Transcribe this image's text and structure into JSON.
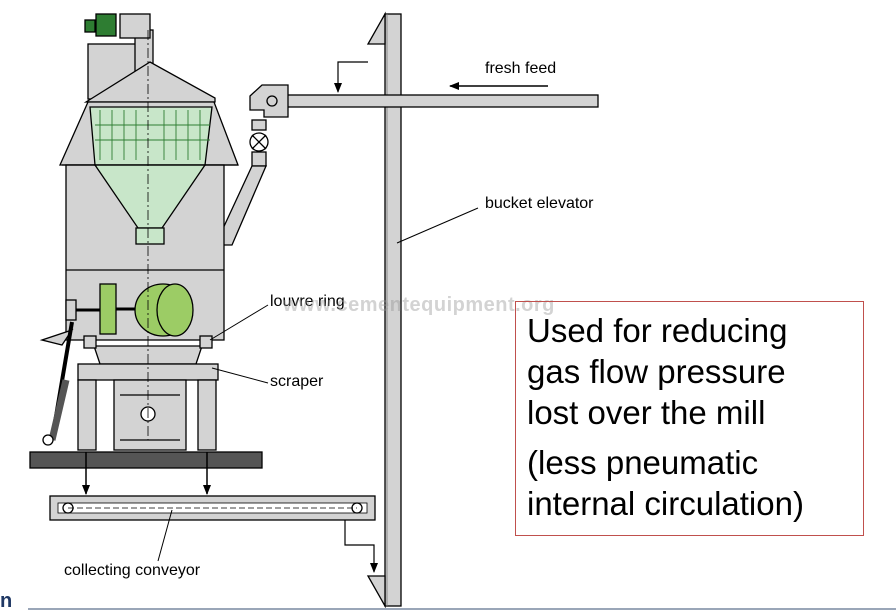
{
  "labels": {
    "fresh_feed": "fresh feed",
    "bucket_elevator": "bucket elevator",
    "louvre_ring": "louvre ring",
    "scraper": "scraper",
    "collecting_conveyor": "collecting conveyor"
  },
  "watermark": "www.cementequipment.org",
  "note": {
    "line1": "Used for reducing\ngas flow pressure\nlost over the mill",
    "line2": "(less pneumatic\ninternal circulation)"
  },
  "corner_fragment": "n",
  "colors": {
    "equipment_fill": "#d3d3d3",
    "separator_fill": "#c8e6c9",
    "outline": "#000000",
    "note_border": "#c0504d",
    "motor_green": "#2e7d32",
    "roller_green": "#9ccc65"
  }
}
